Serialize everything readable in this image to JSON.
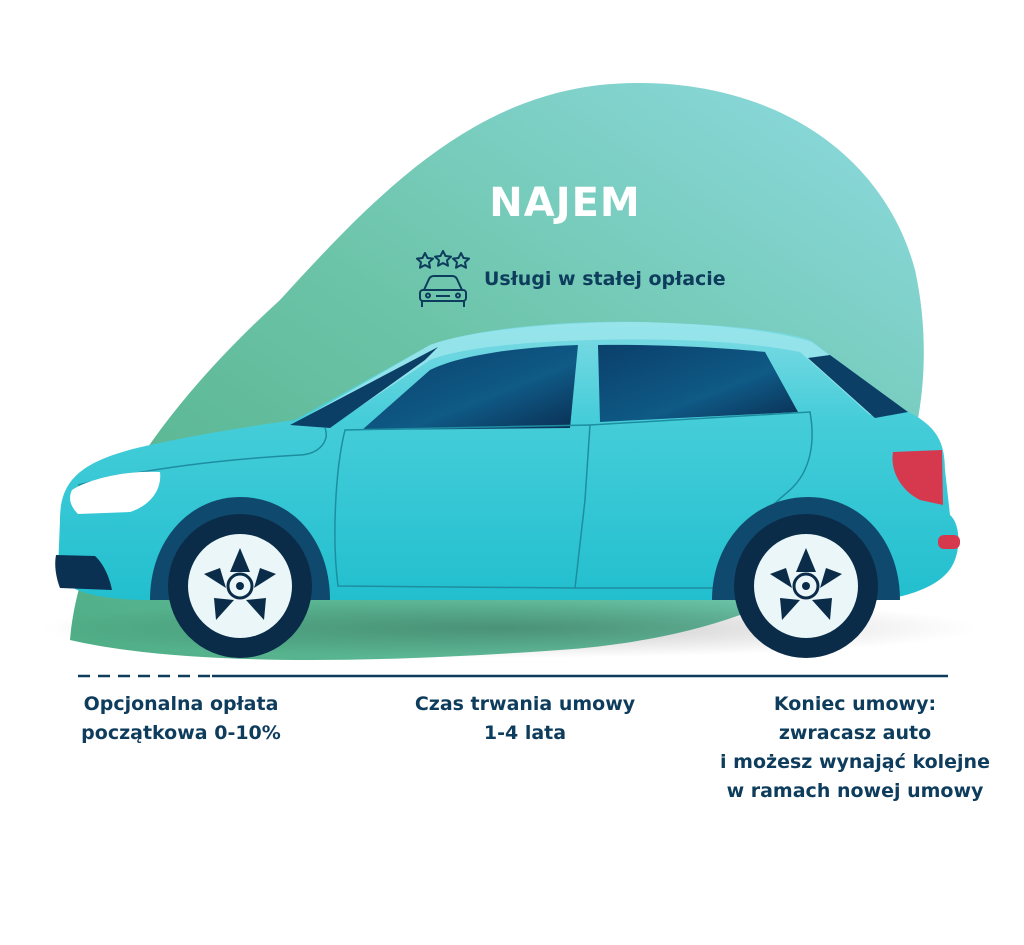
{
  "header": {
    "title": "NAJEM",
    "service_label": "Usługi w stałej opłacie",
    "service_icon": "car-with-stars-icon"
  },
  "captions": {
    "left": [
      "Opcjonalna opłata",
      "początkowa 0-10%"
    ],
    "middle": [
      "Czas trwania umowy",
      "1-4 lata"
    ],
    "right": [
      "Koniec umowy:",
      "zwracasz auto",
      "i możesz wynająć kolejne",
      "w ramach nowej umowy"
    ]
  },
  "colors": {
    "text_dark": "#0e3c5c",
    "car_body": "#35c7d6",
    "blob_green": "#5fb58c",
    "blob_teal": "#7fd6de",
    "tail_light": "#d6394d"
  }
}
